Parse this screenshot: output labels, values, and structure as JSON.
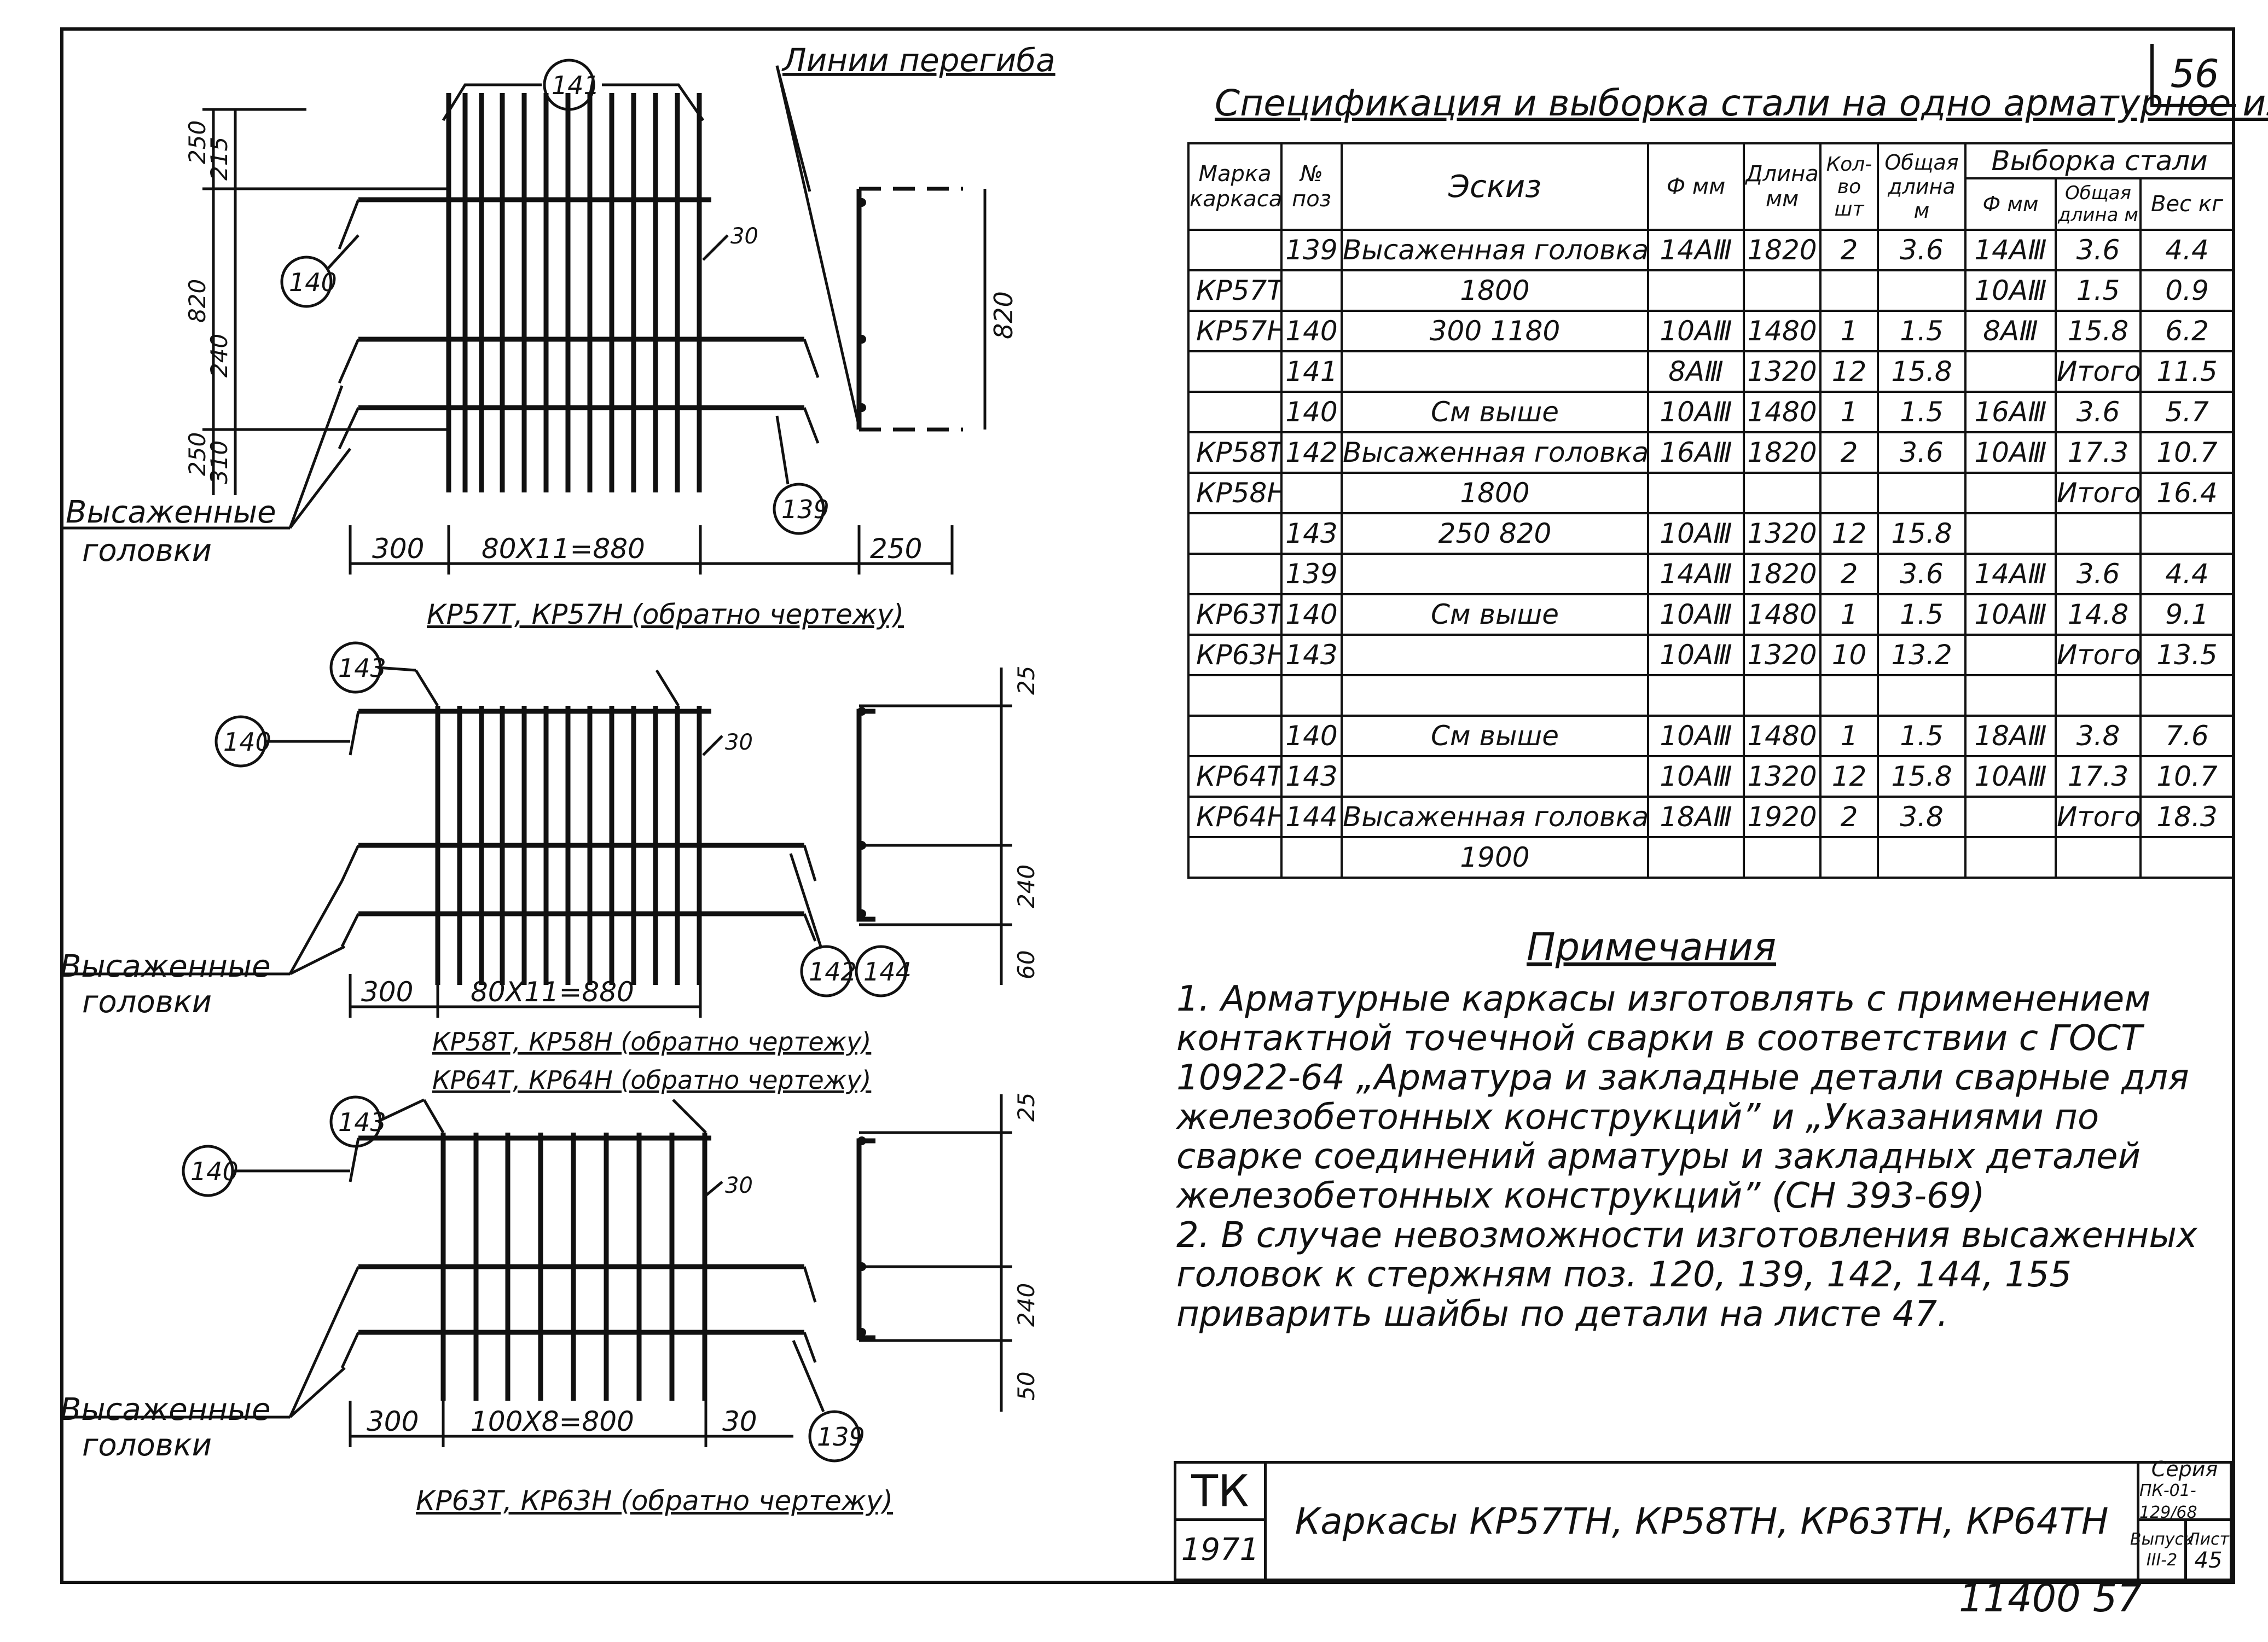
{
  "sheet": {
    "number": "56",
    "footer": "11400   57"
  },
  "spec": {
    "title": "Спецификация и выборка стали на одно арматурное изделие",
    "headers": {
      "mark": "Марка каркаса",
      "pos": "№ поз",
      "sketch": "Эскиз",
      "phi": "Ф мм",
      "length": "Длина мм",
      "qty": "Кол-во шт",
      "total": "Общая длина м",
      "selection": "Выборка стали",
      "sel_phi": "Ф мм",
      "sel_total": "Общая длина м",
      "sel_weight": "Вес кг"
    },
    "rows": [
      {
        "mark": "",
        "pos": "139",
        "sketch": "Высаженная головка",
        "phi": "14АⅢ",
        "len": "1820",
        "qty": "2",
        "tot": "3.6",
        "sphi": "14АⅢ",
        "stot": "3.6",
        "sw": "4.4"
      },
      {
        "mark": "КР57Т",
        "pos": "",
        "sketch": "1800",
        "phi": "",
        "len": "",
        "qty": "",
        "tot": "",
        "sphi": "10АⅢ",
        "stot": "1.5",
        "sw": "0.9"
      },
      {
        "mark": "КР57Н",
        "pos": "140",
        "sketch": "300  1180",
        "phi": "10АⅢ",
        "len": "1480",
        "qty": "1",
        "tot": "1.5",
        "sphi": "8АⅢ",
        "stot": "15.8",
        "sw": "6.2"
      },
      {
        "mark": "",
        "pos": "141",
        "sketch": "",
        "phi": "8АⅢ",
        "len": "1320",
        "qty": "12",
        "tot": "15.8",
        "sphi": "",
        "stot": "Итого",
        "sw": "11.5"
      },
      {
        "mark": "",
        "pos": "140",
        "sketch": "См выше",
        "phi": "10АⅢ",
        "len": "1480",
        "qty": "1",
        "tot": "1.5",
        "sphi": "16АⅢ",
        "stot": "3.6",
        "sw": "5.7"
      },
      {
        "mark": "КР58Т",
        "pos": "142",
        "sketch": "Высаженная головка",
        "phi": "16АⅢ",
        "len": "1820",
        "qty": "2",
        "tot": "3.6",
        "sphi": "10АⅢ",
        "stot": "17.3",
        "sw": "10.7"
      },
      {
        "mark": "КР58Н",
        "pos": "",
        "sketch": "1800",
        "phi": "",
        "len": "",
        "qty": "",
        "tot": "",
        "sphi": "",
        "stot": "Итого",
        "sw": "16.4"
      },
      {
        "mark": "",
        "pos": "143",
        "sketch": "250  820",
        "phi": "10АⅢ",
        "len": "1320",
        "qty": "12",
        "tot": "15.8",
        "sphi": "",
        "stot": "",
        "sw": ""
      },
      {
        "mark": "",
        "pos": "139",
        "sketch": "",
        "phi": "14АⅢ",
        "len": "1820",
        "qty": "2",
        "tot": "3.6",
        "sphi": "14АⅢ",
        "stot": "3.6",
        "sw": "4.4"
      },
      {
        "mark": "КР63Т",
        "pos": "140",
        "sketch": "См выше",
        "phi": "10АⅢ",
        "len": "1480",
        "qty": "1",
        "tot": "1.5",
        "sphi": "10АⅢ",
        "stot": "14.8",
        "sw": "9.1"
      },
      {
        "mark": "КР63Н",
        "pos": "143",
        "sketch": "",
        "phi": "10АⅢ",
        "len": "1320",
        "qty": "10",
        "tot": "13.2",
        "sphi": "",
        "stot": "Итого",
        "sw": "13.5"
      },
      {
        "mark": "",
        "pos": "",
        "sketch": "",
        "phi": "",
        "len": "",
        "qty": "",
        "tot": "",
        "sphi": "",
        "stot": "",
        "sw": ""
      },
      {
        "mark": "",
        "pos": "140",
        "sketch": "См выше",
        "phi": "10АⅢ",
        "len": "1480",
        "qty": "1",
        "tot": "1.5",
        "sphi": "18АⅢ",
        "stot": "3.8",
        "sw": "7.6"
      },
      {
        "mark": "КР64Т",
        "pos": "143",
        "sketch": "",
        "phi": "10АⅢ",
        "len": "1320",
        "qty": "12",
        "tot": "15.8",
        "sphi": "10АⅢ",
        "stot": "17.3",
        "sw": "10.7"
      },
      {
        "mark": "КР64Н",
        "pos": "144",
        "sketch": "Высаженная головка",
        "phi": "18АⅢ",
        "len": "1920",
        "qty": "2",
        "tot": "3.8",
        "sphi": "",
        "stot": "Итого",
        "sw": "18.3"
      },
      {
        "mark": "",
        "pos": "",
        "sketch": "1900",
        "phi": "",
        "len": "",
        "qty": "",
        "tot": "",
        "sphi": "",
        "stot": "",
        "sw": ""
      }
    ]
  },
  "notes": {
    "title": "Примечания",
    "items": [
      "1. Арматурные каркасы изготовлять с применением контактной точечной сварки в соответствии с ГОСТ 10922-64 „Арматура и закладные детали сварные для железобетонных конструкций” и „Указаниями по сварке соединений арматуры и закладных деталей железобетонных конструкций” (СН 393-69)",
      "2. В случае невозможности изготовления высаженных головок к стержням поз. 120, 139, 142, 144, 155 приварить шайбы по детали на листе 47."
    ]
  },
  "drawings": {
    "top": {
      "bend_lines": "Линии перегиба",
      "heads_1": "Высаженные",
      "heads_2": "головки",
      "dims": {
        "d250a": "250",
        "d215": "215",
        "d820": "820",
        "d240": "240",
        "d250b": "250",
        "d310": "310",
        "d820r": "820",
        "d30": "30",
        "b300": "300",
        "b880": "80X11=880",
        "b250": "250"
      },
      "tags": {
        "t141": "141",
        "t140": "140",
        "t139": "139"
      },
      "caption": "КР57Т, КР57Н (обратно чертежу)"
    },
    "mid": {
      "heads_1": "Высаженные",
      "heads_2": "головки",
      "dims": {
        "d25": "25",
        "d240": "240",
        "d60": "60",
        "d30": "30",
        "b300": "300",
        "b880": "80X11=880"
      },
      "tags": {
        "t143": "143",
        "t140": "140",
        "t142": "142",
        "t144": "144"
      },
      "caption1": "КР58Т, КР58Н (обратно чертежу)",
      "caption2": "КР64Т, КР64Н (обратно чертежу)"
    },
    "bot": {
      "heads_1": "Высаженные",
      "heads_2": "головки",
      "dims": {
        "d25": "25",
        "d240": "240",
        "d50": "50",
        "d30": "30",
        "b300": "300",
        "b800": "100X8=800",
        "b30": "30"
      },
      "tags": {
        "t143": "143",
        "t140": "140",
        "t139": "139"
      },
      "caption": "КР63Т, КР63Н (обратно чертежу)"
    }
  },
  "titleblock": {
    "org": "ТК",
    "year": "1971",
    "title": "Каркасы КР57ТН, КР58ТН, КР63ТН, КР64ТН",
    "series_label": "Серия",
    "series": "ПК-01-129/68",
    "issue_label": "Выпуск",
    "issue": "III-2",
    "sheet_label": "Лист",
    "sheet": "45"
  }
}
